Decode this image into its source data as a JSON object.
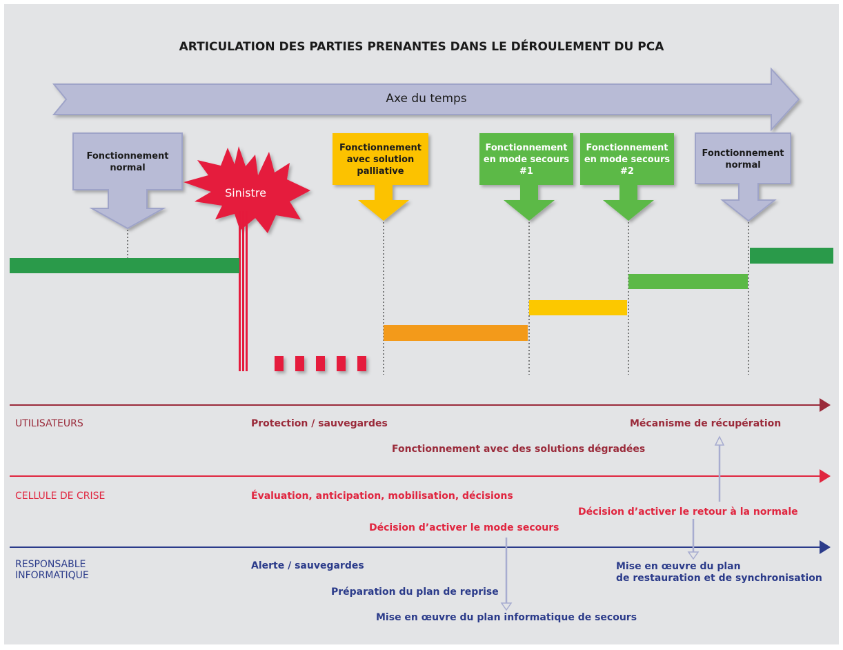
{
  "title": "ARTICULATION DES PARTIES PRENANTES DANS LE DÉROULEMENT DU PCA",
  "time_axis": {
    "label": "Axe du temps"
  },
  "phases": [
    {
      "id": "normal-1",
      "label": "Fonctionnement normal",
      "color": "#b8bbd6"
    },
    {
      "id": "sinistre",
      "label": "Sinistre",
      "color": "#e51a3c"
    },
    {
      "id": "palliative",
      "label": "Fonctionnement avec solution palliative",
      "color": "#fcc200"
    },
    {
      "id": "secours-1",
      "label": "Fonctionnement en mode secours #1",
      "color": "#5cb947"
    },
    {
      "id": "secours-2",
      "label": "Fonctionnement en mode secours #2",
      "color": "#5cb947"
    },
    {
      "id": "normal-2",
      "label": "Fonctionnement normal",
      "color": "#b8bbd6"
    }
  ],
  "levels_colors": {
    "normal": "#2a9a4a",
    "palliative": "#f39a1a",
    "secours1": "#fcc800",
    "secours2": "#5cb947"
  },
  "lanes": {
    "utilisateurs": {
      "name": "UTILISATEURS",
      "color": "#9a2a3a",
      "items": [
        "Protection / sauvegardes",
        "Mécanisme de récupération",
        "Fonctionnement avec des solutions dégradées"
      ]
    },
    "cellule": {
      "name": "CELLULE DE CRISE",
      "color": "#e0253f",
      "items": [
        "Évaluation, anticipation, mobilisation, décisions",
        "Décision d’activer le retour à la normale",
        "Décision d’activer le mode secours"
      ]
    },
    "responsable": {
      "name_line1": "RESPONSABLE",
      "name_line2": "INFORMATIQUE",
      "color": "#2b3b8a",
      "items": [
        "Alerte / sauvegardes",
        "Préparation du plan de reprise",
        "Mise en œuvre du plan informatique de secours"
      ],
      "plan_line1": "Mise en œuvre du plan",
      "plan_line2": "de restauration et de synchronisation"
    }
  }
}
